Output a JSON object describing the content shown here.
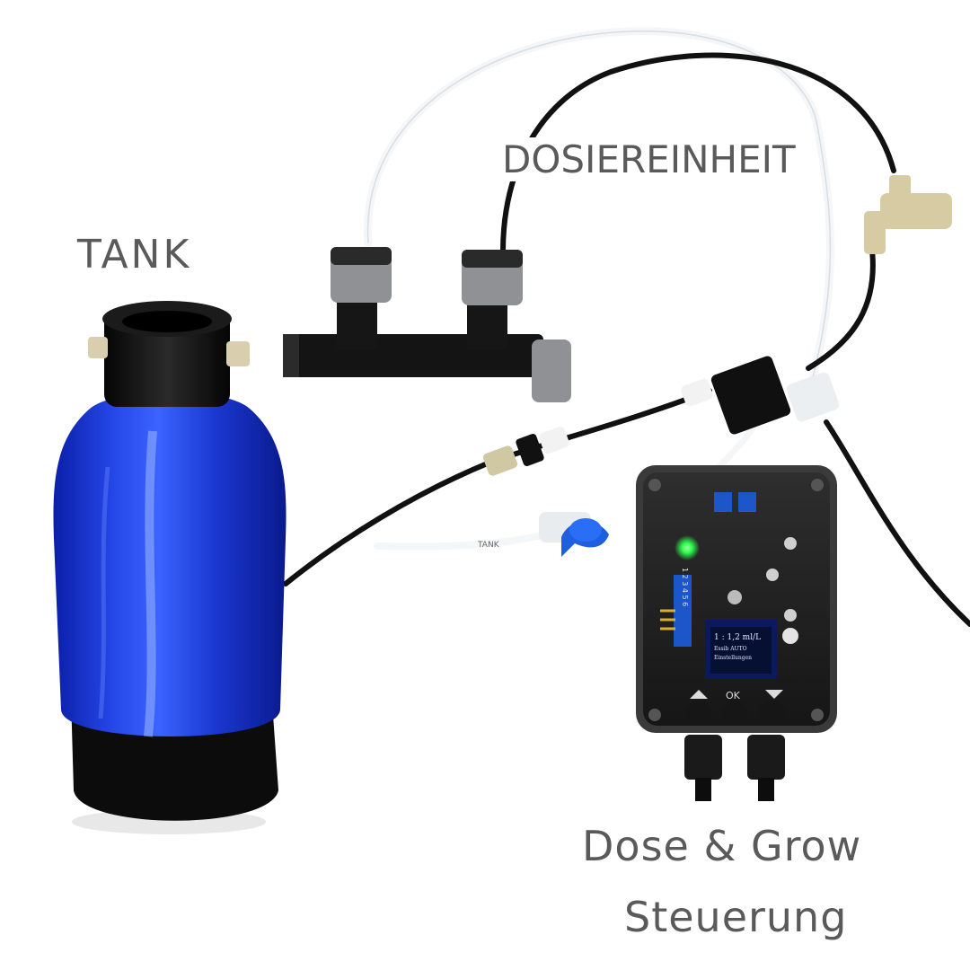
{
  "labels": {
    "tank": "TANK",
    "dosing_unit": "DOSIEREINHEIT",
    "controller_line1": "Dose & Grow",
    "controller_line2": "Steuerung"
  },
  "hose_tag": "TANK",
  "controller": {
    "display_line1": "1 : 1,2 ml/L",
    "display_line2": "Essib AUTO",
    "display_line3": "Einstellungen",
    "button_label": "OK",
    "pin_numbers": "1 2 3 4 5 6"
  },
  "colors": {
    "tank_blue": "#1f3fd6",
    "label_gray": "#5a5a5a",
    "valve_blue": "#1e5fe0",
    "status_led": "#2bff4a"
  }
}
